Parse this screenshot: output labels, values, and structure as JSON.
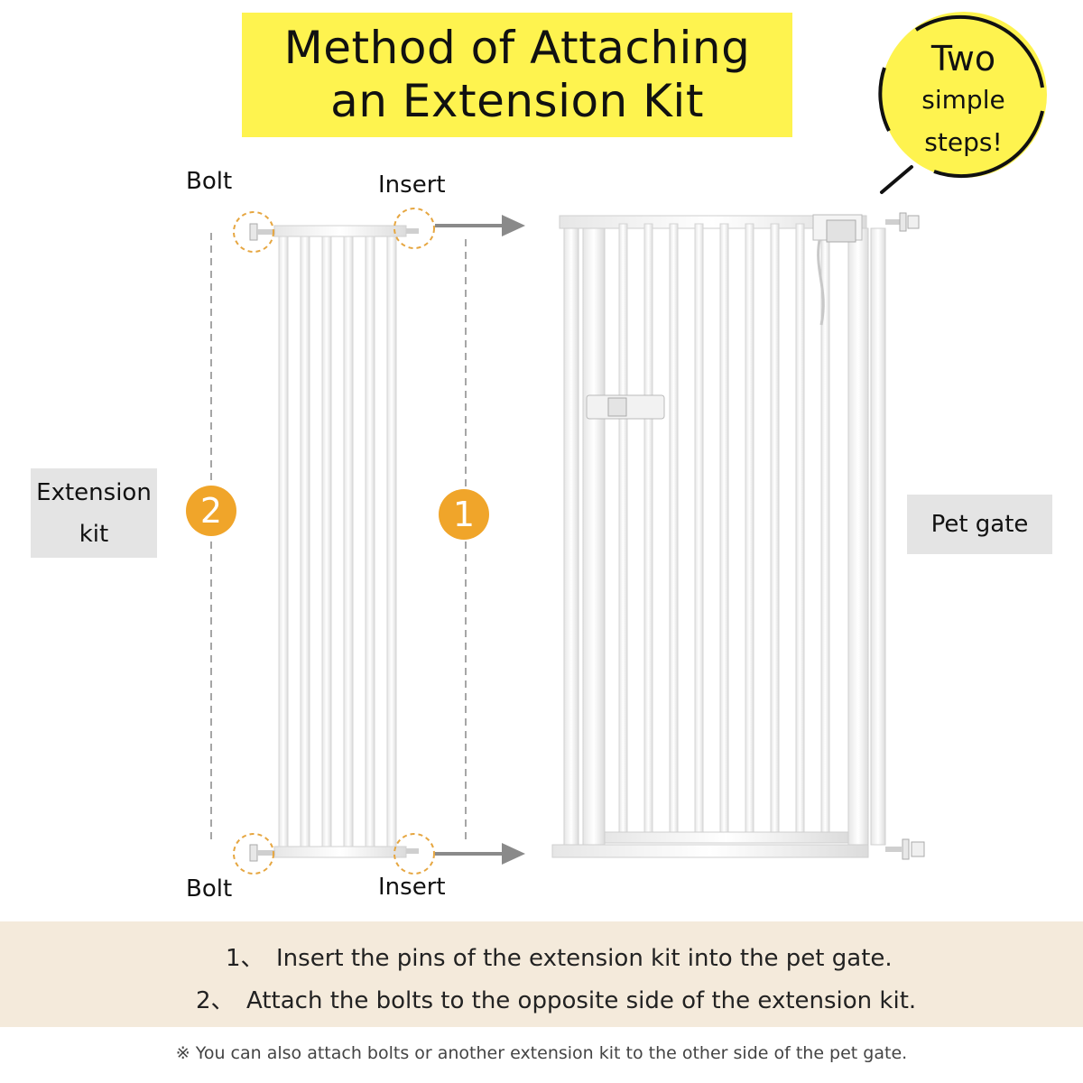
{
  "title": {
    "line1": "Method of Attaching",
    "line2": "an Extension Kit"
  },
  "bubble": {
    "line1": "Two",
    "line2": "simple",
    "line3": "steps!"
  },
  "labels": {
    "bolt_top": "Bolt",
    "insert_top": "Insert",
    "bolt_bottom": "Bolt",
    "insert_bottom": "Insert",
    "extension_kit_line1": "Extension",
    "extension_kit_line2": "kit",
    "pet_gate": "Pet gate"
  },
  "steps": {
    "step_a": "2",
    "step_b": "1"
  },
  "instructions": [
    {
      "num": "1、",
      "text": "Insert the pins of the extension kit into the pet gate."
    },
    {
      "num": "2、",
      "text": "Attach the bolts to the opposite side of the extension kit."
    }
  ],
  "footnote": "※ You can also attach bolts or another extension kit to the other side of the pet gate.",
  "colors": {
    "title_bg": "#fef34f",
    "badge": "#f0a52a",
    "instruction_bg": "#f4eadb",
    "label_bg": "#e4e4e4"
  }
}
